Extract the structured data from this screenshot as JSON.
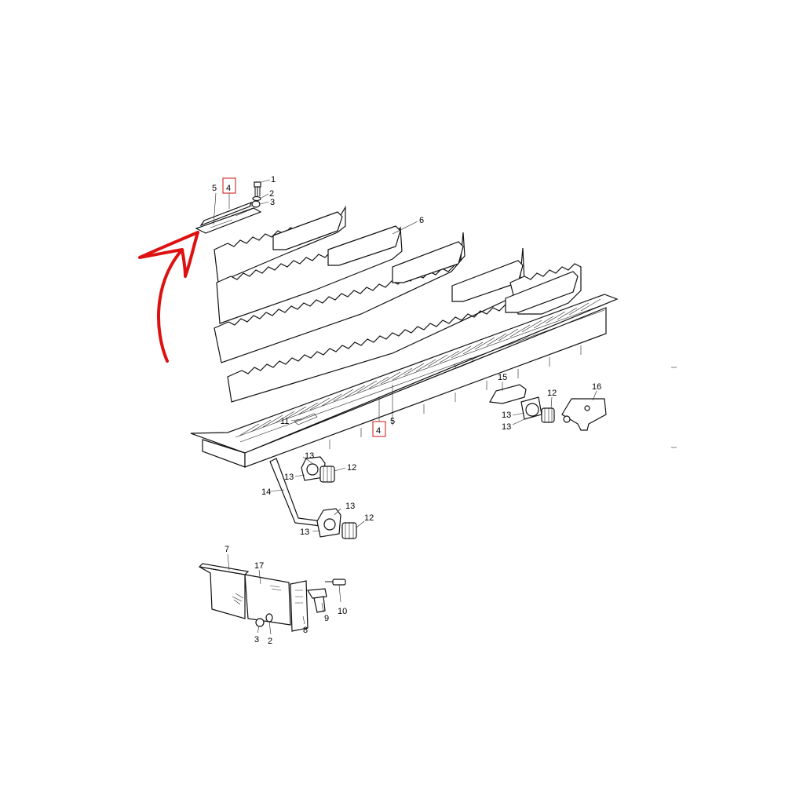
{
  "callouts": {
    "top_1": "1",
    "top_2": "2",
    "top_3": "3",
    "top_4": "4",
    "top_5": "5",
    "flight_6": "6",
    "floor_4": "4",
    "floor_5": "5",
    "bolt_11": "11",
    "rt_15": "15",
    "rt_16": "16",
    "rt_12": "12",
    "rt_13a": "13",
    "rt_13b": "13",
    "mid_13a": "13",
    "mid_13b": "13",
    "mid_12": "12",
    "shaft_14": "14",
    "low_13a": "13",
    "low_13b": "13",
    "low_12": "12",
    "bot_7": "7",
    "bot_17": "17",
    "bot_3": "3",
    "bot_2": "2",
    "bot_8": "8",
    "bot_9": "9",
    "bot_10": "10"
  },
  "colors": {
    "highlight_box": "#cc1111",
    "arrow": "#dd1111",
    "line": "#111111"
  },
  "icons": {
    "arrow": "curved-arrow-icon"
  }
}
